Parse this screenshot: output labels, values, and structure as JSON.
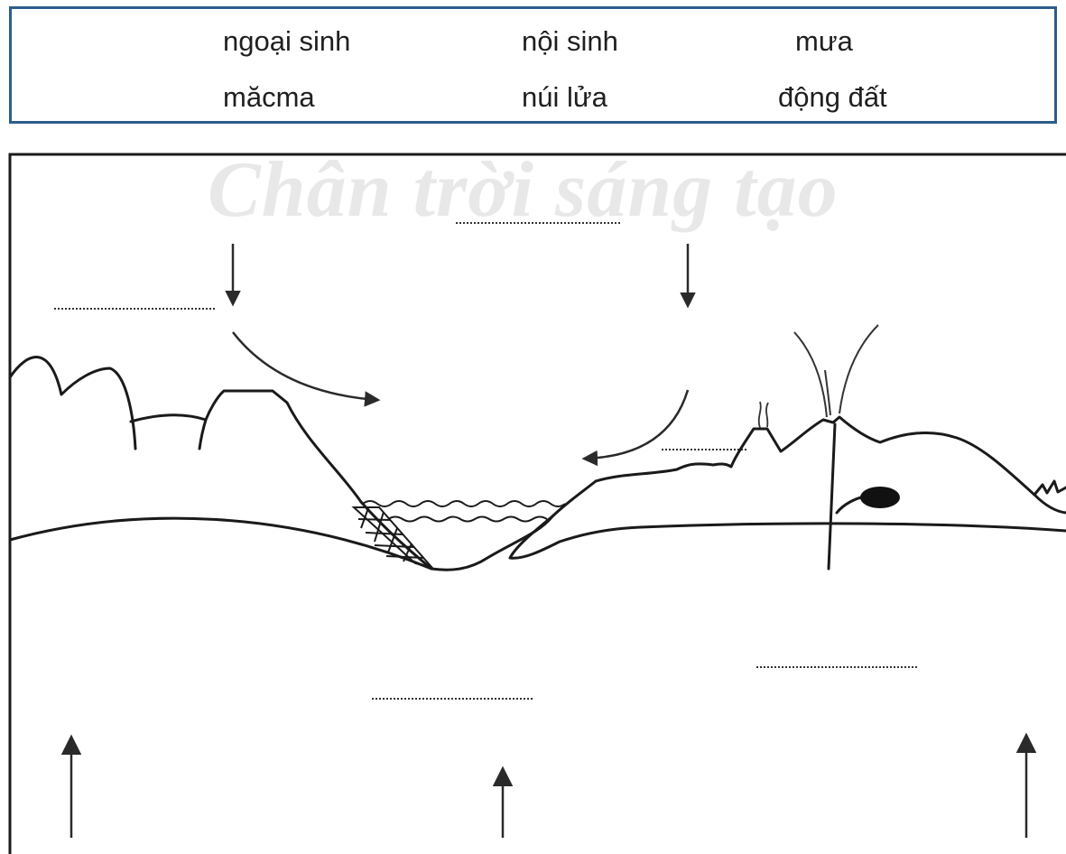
{
  "word_bank": {
    "row1": [
      "ngoại sinh",
      "nội sinh",
      "mưa"
    ],
    "row2": [
      "măcma",
      "núi lửa",
      "động đất"
    ]
  },
  "watermark": {
    "text": "Chân trời sáng tạo"
  },
  "colors": {
    "frame_border": "#2c5d8c",
    "line": "#1a1a1a",
    "arrow": "#2a2a2a"
  }
}
